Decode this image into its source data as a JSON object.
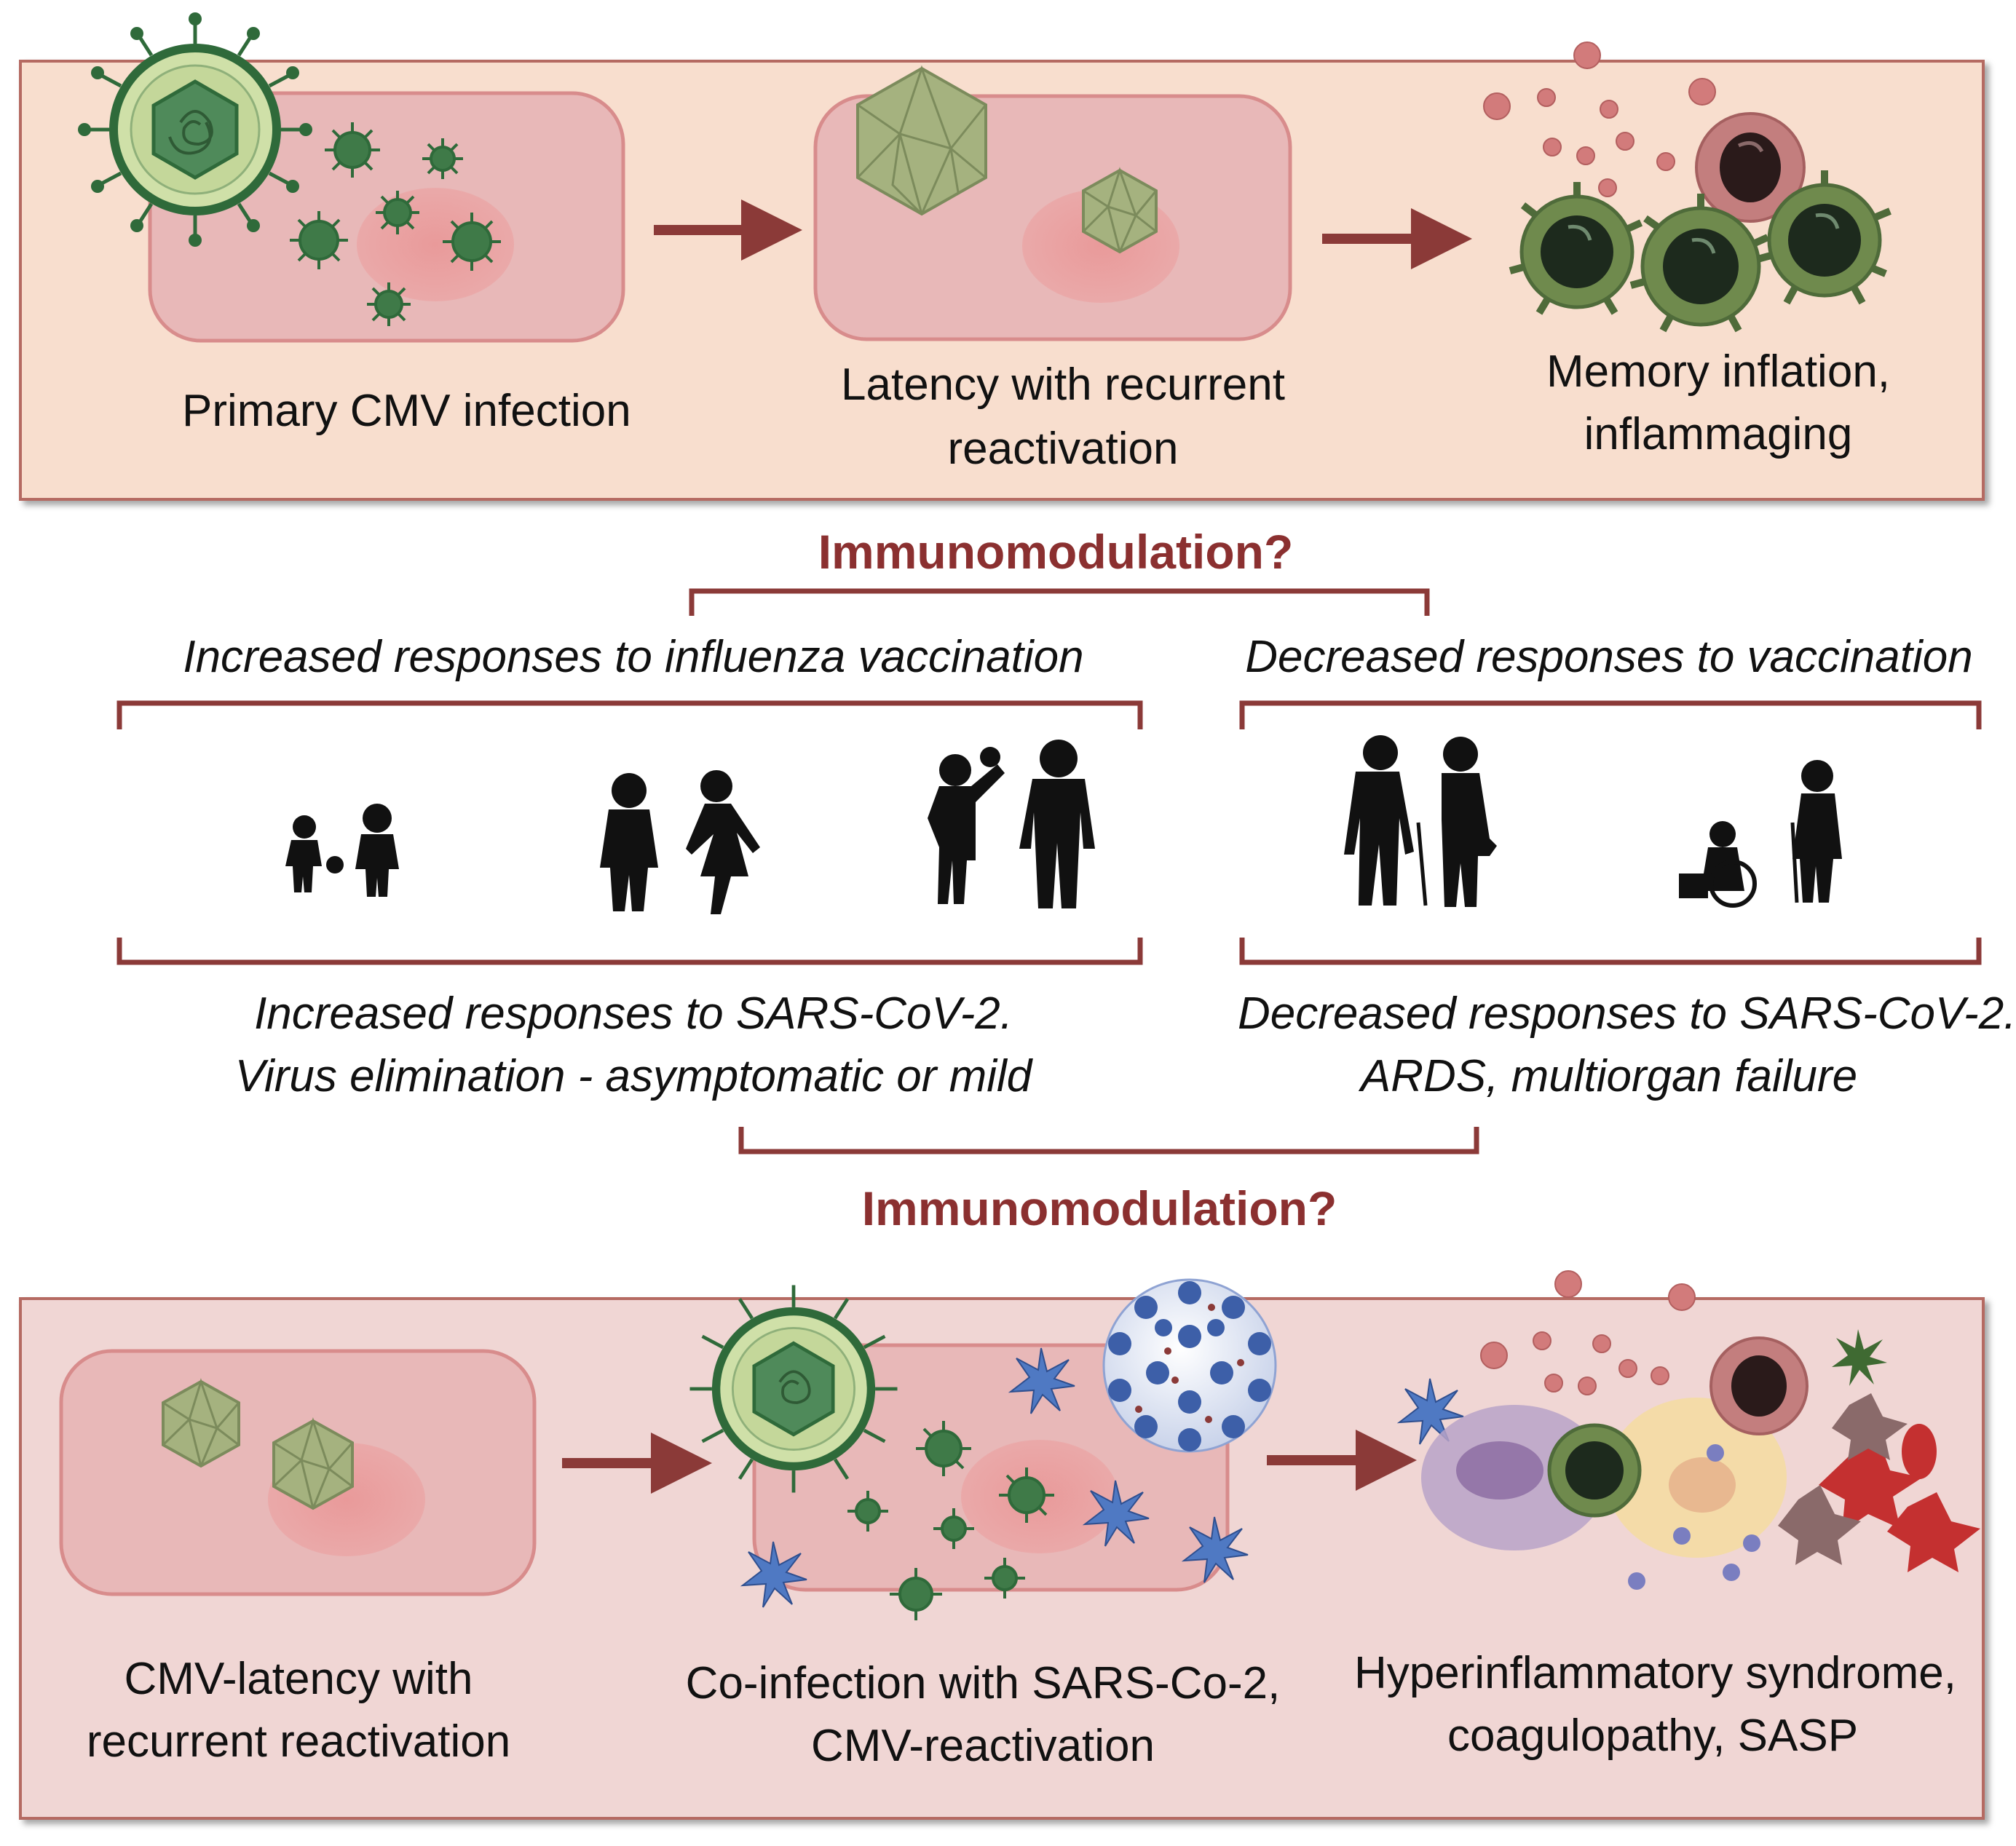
{
  "colors": {
    "panel_top": "#f8dece",
    "panel_bottom": "#f0d6d4",
    "border": "#b56a62",
    "arrow": "#8b3a38",
    "heading": "#8b3030",
    "virus_green": "#3f7a48",
    "capsid": "#9fb17a",
    "cell": "#e8b8b8",
    "nucleus": "#e99a9a",
    "sars_blue": "#4f79c3",
    "silhouette": "#111111"
  },
  "top_panel": {
    "stage1": "Primary CMV infection",
    "stage2_line1": "Latency with recurrent",
    "stage2_line2": "reactivation",
    "stage3_line1": "Memory inflation,",
    "stage3_line2": "inflammaging"
  },
  "middle": {
    "immunomodulation_top": "Immunomodulation?",
    "left_header": "Increased responses to influenza vaccination",
    "right_header": "Decreased responses to vaccination",
    "left_footer_line1": "Increased responses to SARS-CoV-2.",
    "left_footer_line2": "Virus elimination - asymptomatic or mild",
    "right_footer_line1": "Decreased responses to SARS-CoV-2.",
    "right_footer_line2": "ARDS, multiorgan failure",
    "immunomodulation_bottom": "Immunomodulation?"
  },
  "bottom_panel": {
    "stage1_line1": "CMV-latency with",
    "stage1_line2": "recurrent reactivation",
    "stage2_line1": "Co-infection with SARS-Co-2,",
    "stage2_line2": "CMV-reactivation",
    "stage3_line1": "Hyperinflammatory syndrome,",
    "stage3_line2": "coagulopathy, SASP"
  }
}
